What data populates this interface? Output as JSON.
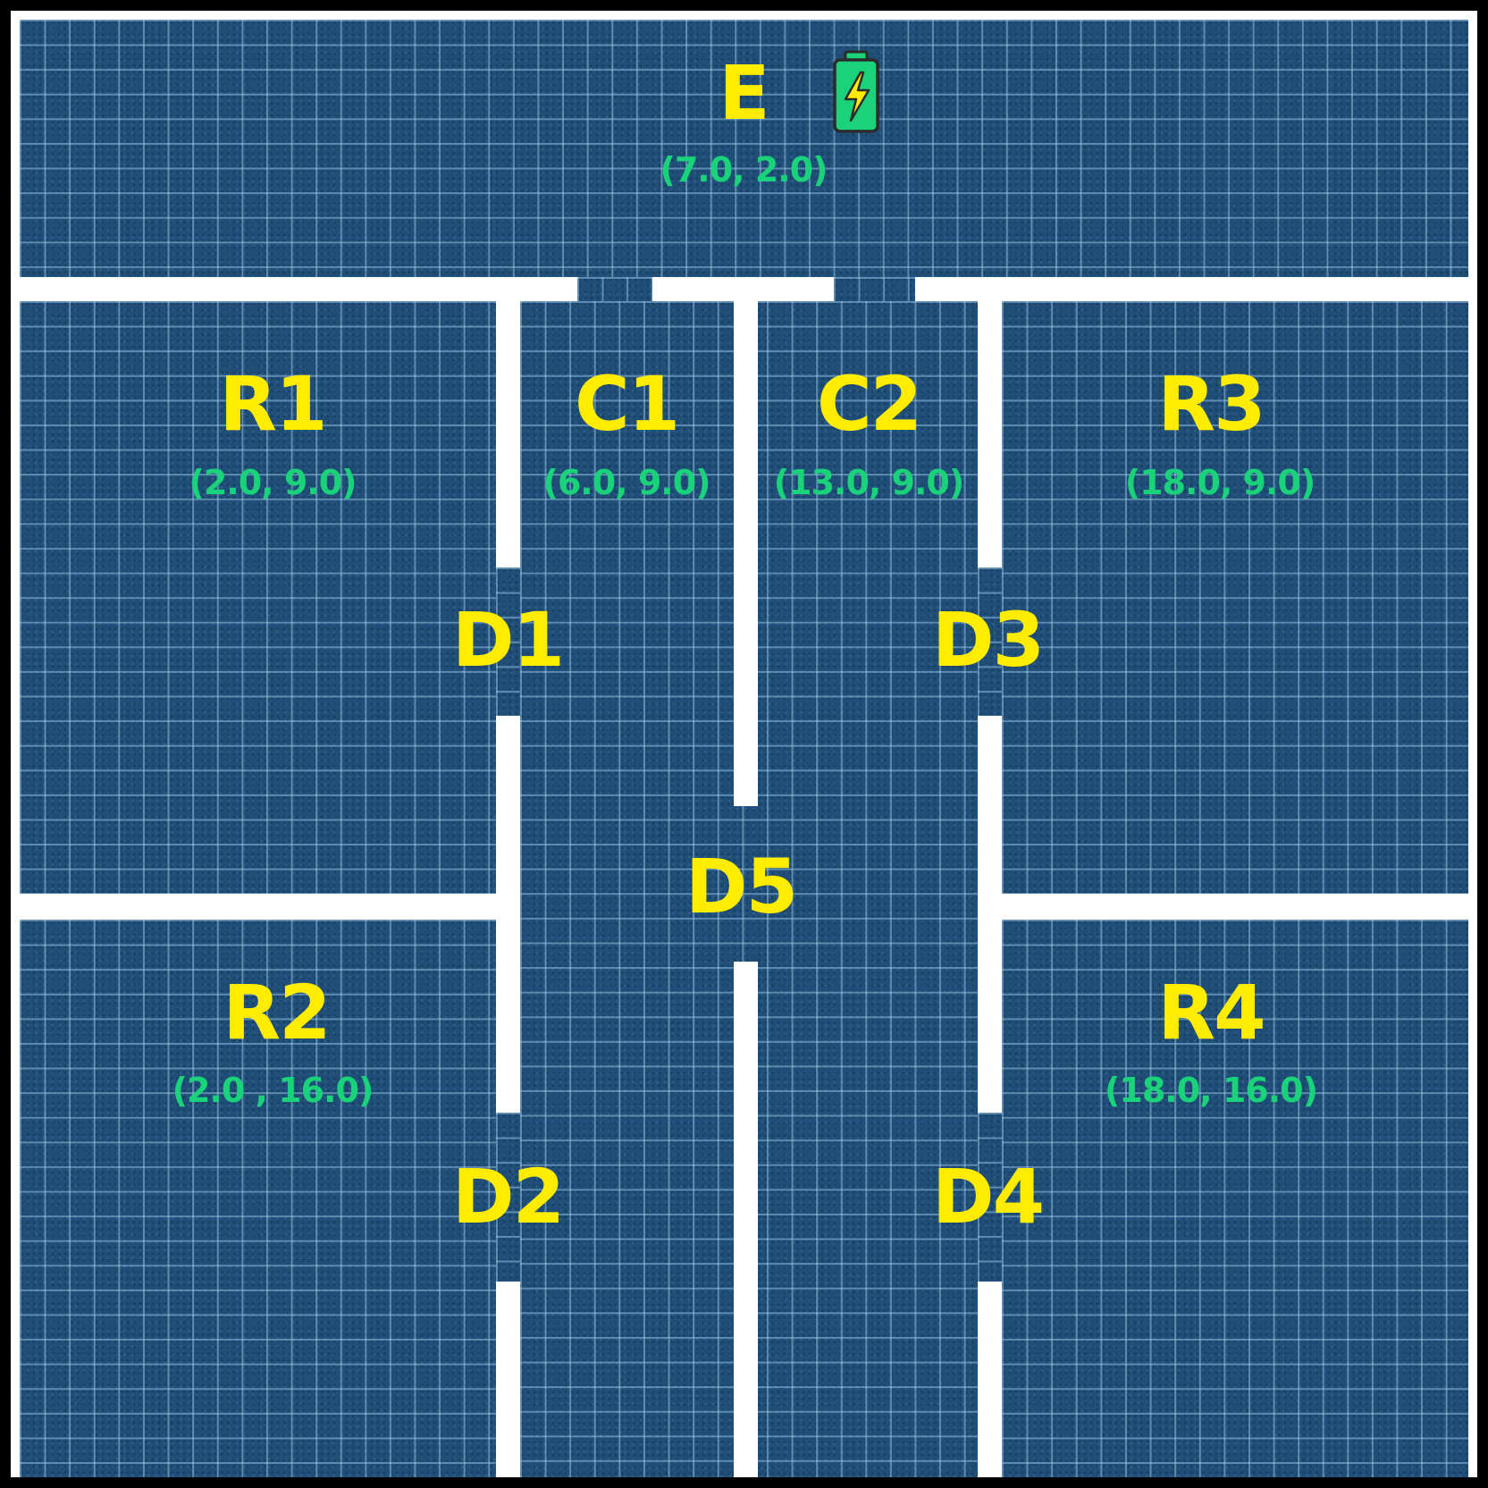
{
  "rooms": [
    {
      "id": "E",
      "label": "E",
      "coord": "(7.0, 2.0)"
    },
    {
      "id": "R1",
      "label": "R1",
      "coord": "(2.0, 9.0)"
    },
    {
      "id": "C1",
      "label": "C1",
      "coord": "(6.0, 9.0)"
    },
    {
      "id": "C2",
      "label": "C2",
      "coord": "(13.0, 9.0)"
    },
    {
      "id": "R3",
      "label": "R3",
      "coord": "(18.0, 9.0)"
    },
    {
      "id": "R2",
      "label": "R2",
      "coord": "(2.0 , 16.0)"
    },
    {
      "id": "R4",
      "label": "R4",
      "coord": "(18.0, 16.0)"
    }
  ],
  "doors": [
    {
      "id": "D1",
      "label": "D1"
    },
    {
      "id": "D2",
      "label": "D2"
    },
    {
      "id": "D3",
      "label": "D3"
    },
    {
      "id": "D4",
      "label": "D4"
    },
    {
      "id": "D5",
      "label": "D5"
    }
  ],
  "icons": {
    "charger": "battery-charging-icon"
  },
  "colors": {
    "floor": "#1f4e78",
    "wall": "#ffffff",
    "border": "#000000",
    "label": "#ffec00",
    "coord": "#19d27a",
    "battery": "#19d27a"
  }
}
